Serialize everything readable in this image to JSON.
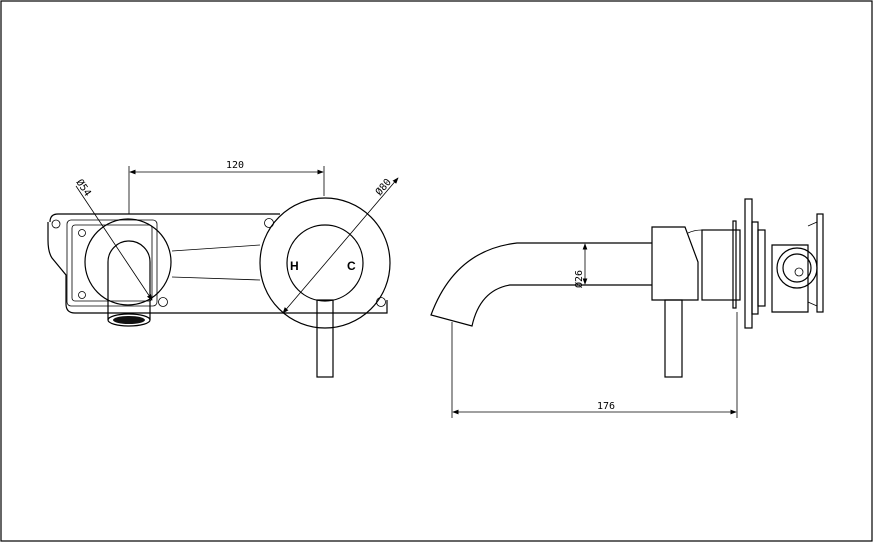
{
  "front_view": {
    "dim_width": "120",
    "dim_spout_rosette": "Ø54",
    "dim_mixer_rosette": "Ø80",
    "hot_label": "H",
    "cold_label": "C"
  },
  "side_view": {
    "dim_spout_diameter": "Ø26",
    "dim_projection": "176"
  }
}
